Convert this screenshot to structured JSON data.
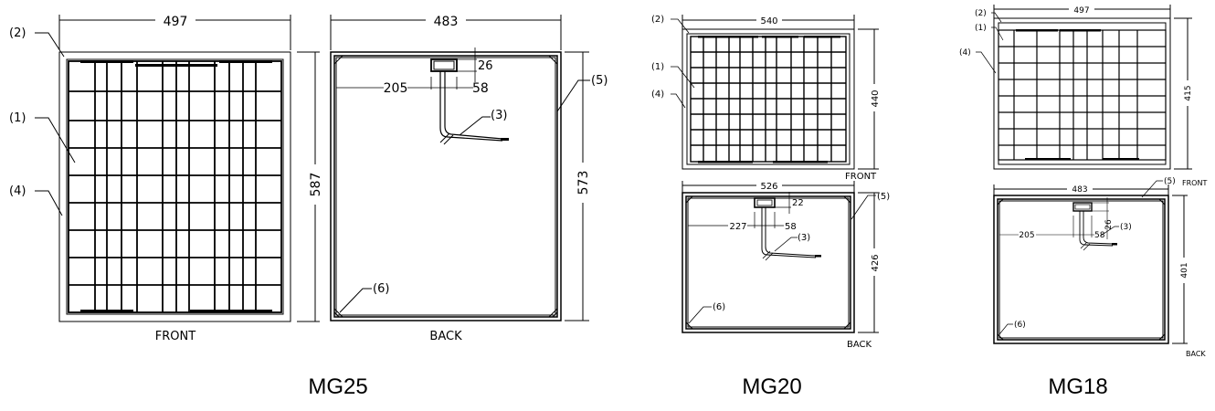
{
  "models": [
    {
      "model": "MG25",
      "front": {
        "width": "497",
        "height": "587",
        "view_label": "FRONT"
      },
      "back": {
        "width": "483",
        "height": "573",
        "junction_offset": "205",
        "junction_width": "58",
        "junction_top": "26",
        "view_label": "BACK"
      },
      "callouts": {
        "cells": "(1)",
        "glass": "(2)",
        "cable": "(3)",
        "frame_front": "(4)",
        "frame_back": "(5)",
        "corner": "(6)"
      }
    },
    {
      "model": "MG20",
      "front": {
        "width": "540",
        "height": "440",
        "view_label": "FRONT"
      },
      "back": {
        "width": "526",
        "height": "426",
        "junction_offset": "227",
        "junction_width": "58",
        "junction_top": "22",
        "view_label": "BACK"
      },
      "callouts": {
        "cells": "(1)",
        "glass": "(2)",
        "cable": "(3)",
        "frame_front": "(4)",
        "frame_back": "(5)",
        "corner": "(6)"
      }
    },
    {
      "model": "MG18",
      "front": {
        "width": "497",
        "height": "415",
        "view_label": "FRONT"
      },
      "back": {
        "width": "483",
        "height": "401",
        "junction_offset": "205",
        "junction_width": "58",
        "junction_top": "26",
        "view_label": "BACK"
      },
      "callouts": {
        "cells": "(1)",
        "glass": "(2)",
        "cable": "(3)",
        "frame_front": "(4)",
        "frame_back": "(5)",
        "corner": "(6)"
      }
    }
  ]
}
